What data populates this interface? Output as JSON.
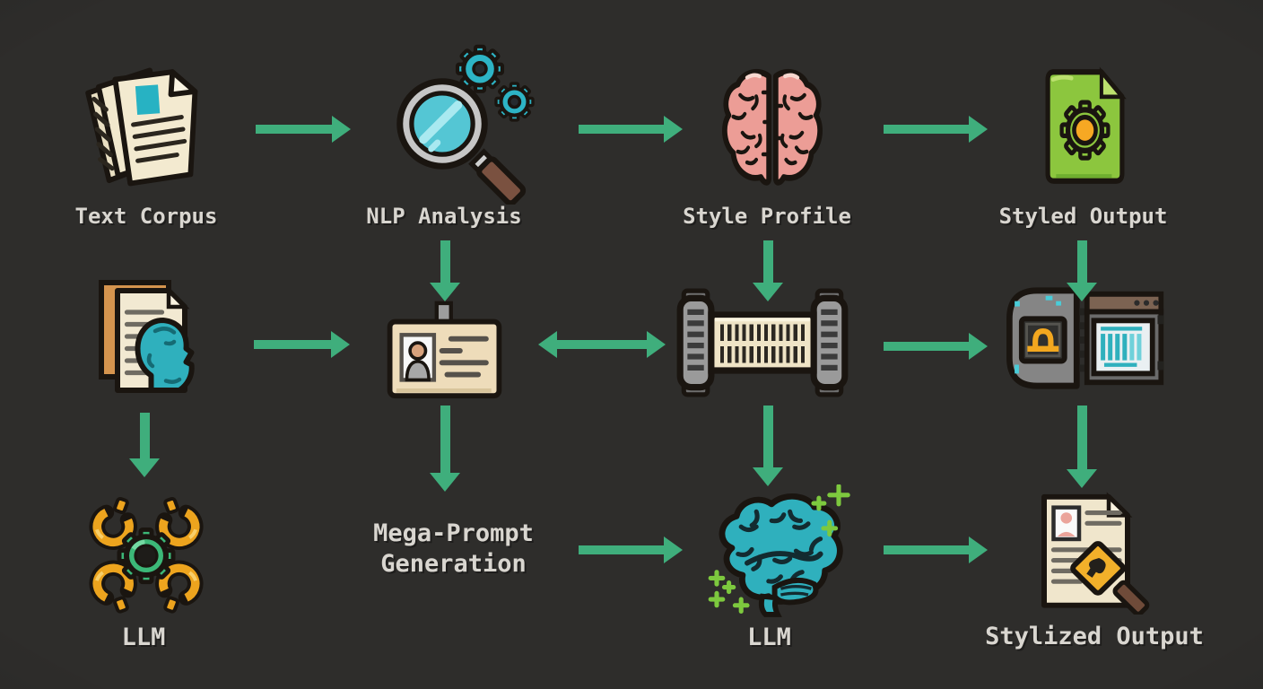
{
  "diagram": {
    "title": "",
    "colors": {
      "background": "#2e2d2b",
      "arrow": "#3fae7c",
      "label": "#d9d6d0"
    },
    "nodes": [
      {
        "id": "text-corpus",
        "label": "Text Corpus",
        "icon": "document-stack-icon"
      },
      {
        "id": "nlp-analysis",
        "label": "NLP Analysis",
        "icon": "magnifier-gears-icon"
      },
      {
        "id": "style-profile",
        "label": "Style Profile",
        "icon": "pink-brain-icon"
      },
      {
        "id": "styled-output",
        "label": "Styled Output",
        "icon": "green-file-gear-icon"
      },
      {
        "id": "corpus-documents",
        "label": "",
        "icon": "documents-head-icon"
      },
      {
        "id": "id-card",
        "label": "",
        "icon": "id-badge-icon"
      },
      {
        "id": "style-scroll",
        "label": "",
        "icon": "scroll-barcode-icon"
      },
      {
        "id": "style-scanner",
        "label": "",
        "icon": "scanner-window-icon"
      },
      {
        "id": "llm-chains",
        "label": "LLM",
        "icon": "chain-links-gear-icon"
      },
      {
        "id": "mega-prompt",
        "label": "Mega-Prompt Generation",
        "icon": null
      },
      {
        "id": "llm-brain",
        "label": "LLM",
        "icon": "teal-brain-sparkles-icon"
      },
      {
        "id": "stylized-output",
        "label": "Stylized Output",
        "icon": "document-stamp-icon"
      }
    ],
    "edges": [
      {
        "from": "text-corpus",
        "to": "nlp-analysis",
        "type": "arrow-right"
      },
      {
        "from": "nlp-analysis",
        "to": "style-profile",
        "type": "arrow-right"
      },
      {
        "from": "style-profile",
        "to": "styled-output",
        "type": "arrow-right"
      },
      {
        "from": "nlp-analysis",
        "to": "id-card",
        "type": "arrow-down"
      },
      {
        "from": "style-profile",
        "to": "style-scroll",
        "type": "arrow-down"
      },
      {
        "from": "styled-output",
        "to": "style-scanner",
        "type": "arrow-down"
      },
      {
        "from": "corpus-documents",
        "to": "id-card",
        "type": "arrow-right"
      },
      {
        "from": "id-card",
        "to": "style-scroll",
        "type": "arrow-both"
      },
      {
        "from": "style-scroll",
        "to": "style-scanner",
        "type": "arrow-right"
      },
      {
        "from": "corpus-documents",
        "to": "llm-chains",
        "type": "arrow-down"
      },
      {
        "from": "id-card",
        "to": "mega-prompt",
        "type": "arrow-down"
      },
      {
        "from": "style-scroll",
        "to": "llm-brain",
        "type": "arrow-down"
      },
      {
        "from": "style-scanner",
        "to": "stylized-output",
        "type": "arrow-down"
      },
      {
        "from": "mega-prompt",
        "to": "llm-brain",
        "type": "arrow-right"
      },
      {
        "from": "llm-brain",
        "to": "stylized-output",
        "type": "arrow-right"
      }
    ]
  }
}
